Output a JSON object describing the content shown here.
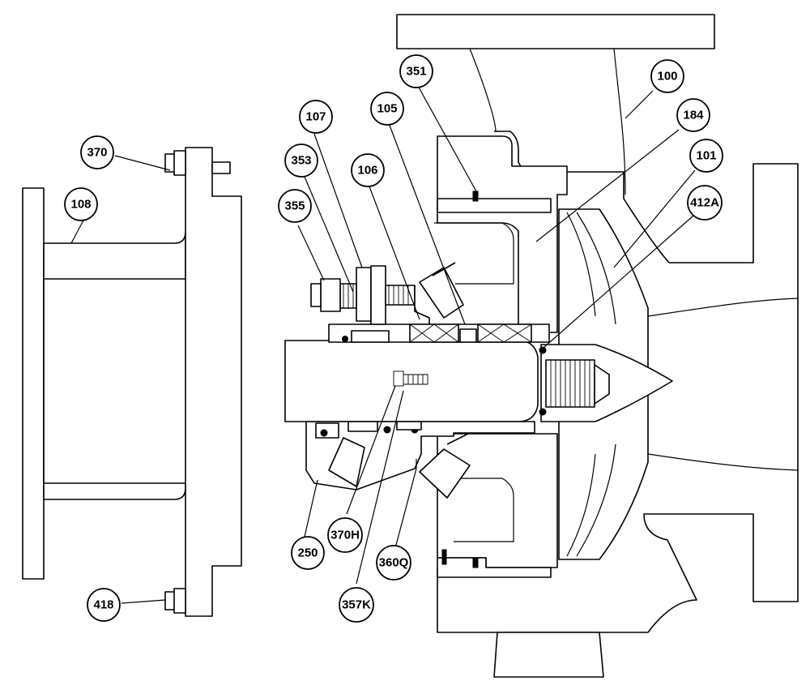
{
  "callouts": [
    {
      "id": "351",
      "label": "351"
    },
    {
      "id": "100",
      "label": "100"
    },
    {
      "id": "107",
      "label": "107"
    },
    {
      "id": "105",
      "label": "105"
    },
    {
      "id": "184",
      "label": "184"
    },
    {
      "id": "370",
      "label": "370"
    },
    {
      "id": "101",
      "label": "101"
    },
    {
      "id": "353",
      "label": "353"
    },
    {
      "id": "106",
      "label": "106"
    },
    {
      "id": "412A",
      "label": "412A"
    },
    {
      "id": "108",
      "label": "108"
    },
    {
      "id": "355",
      "label": "355"
    },
    {
      "id": "370H",
      "label": "370H"
    },
    {
      "id": "250",
      "label": "250"
    },
    {
      "id": "360Q",
      "label": "360Q"
    },
    {
      "id": "357K",
      "label": "357K"
    },
    {
      "id": "418",
      "label": "418"
    }
  ]
}
